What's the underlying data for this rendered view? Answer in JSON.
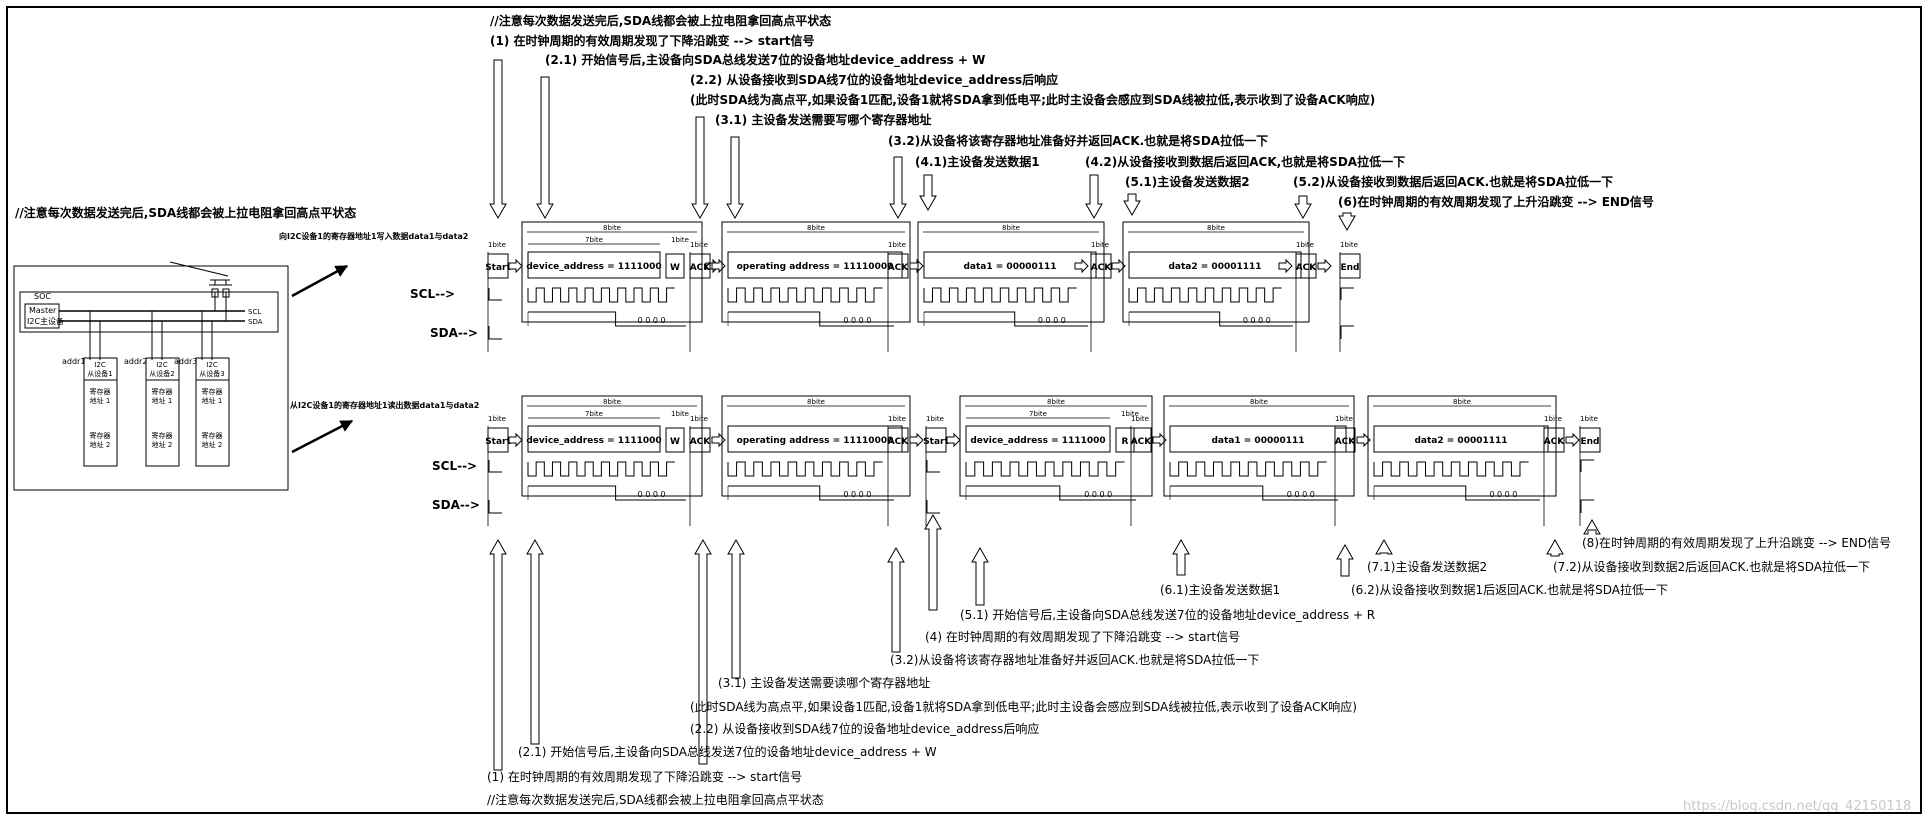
{
  "soc_panel": {
    "note": "//注意每次数据发送完后,SDA线都会被上拉电阻拿回高点平状态",
    "soc_label": "SOC",
    "master_line1": "Master",
    "master_line2": "I2C主设备",
    "scl": "SCL",
    "sda": "SDA",
    "devices": [
      {
        "addr": "addr1",
        "title1": "I2C",
        "title2": "从设备1",
        "reg1a": "寄存器",
        "reg1b": "地址 1",
        "reg2a": "寄存器",
        "reg2b": "地址 2"
      },
      {
        "addr": "addr2",
        "title1": "I2C",
        "title2": "从设备2",
        "reg1a": "寄存器",
        "reg1b": "地址 1",
        "reg2a": "寄存器",
        "reg2b": "地址 2"
      },
      {
        "addr": "addr3",
        "title1": "I2C",
        "title2": "从设备3",
        "reg1a": "寄存器",
        "reg1b": "地址 1",
        "reg2a": "寄存器",
        "reg2b": "地址 2"
      }
    ]
  },
  "write_row": {
    "caption": "向I2C设备1的寄存器地址1写入数据data1与data2",
    "scl_label": "SCL-->",
    "sda_label": "SDA-->",
    "start": "Start",
    "ack": "ACK",
    "end": "End",
    "w": "W",
    "bite1": "1bite",
    "bite7": "7bite",
    "bite8": "8bite",
    "device_address": "device_address = 1111000",
    "operating_address": "operating address = 11110000",
    "data1": "data1 = 00000111",
    "data2": "data2 = 00001111",
    "zeros": "0 0 0 0"
  },
  "read_row": {
    "caption": "从I2C设备1的寄存器地址1读出数据data1与data2",
    "scl_label": "SCL-->",
    "sda_label": "SDA-->",
    "start": "Start",
    "ack": "ACK",
    "end": "End",
    "w": "W",
    "r": "R",
    "bite1": "1bite",
    "bite7": "7bite",
    "bite8": "8bite",
    "device_address": "device_address = 1111000",
    "operating_address": "operating address = 11110000",
    "data1": "data1 = 00000111",
    "data2": "data2 = 00001111",
    "zeros": "0 0 0 0"
  },
  "top_notes": {
    "n0": "//注意每次数据发送完后,SDA线都会被上拉电阻拿回高点平状态",
    "n1": "(1) 在时钟周期的有效周期发现了下降沿跳变  --> start信号",
    "n21": "(2.1) 开始信号后,主设备向SDA总线发送7位的设备地址device_address +  W",
    "n22": "(2.2) 从设备接收到SDA线7位的设备地址device_address后响应",
    "n22b": "(此时SDA线为高点平,如果设备1匹配,设备1就将SDA拿到低电平;此时主设备会感应到SDA线被拉低,表示收到了设备ACK响应)",
    "n31": "(3.1) 主设备发送需要写哪个寄存器地址",
    "n32": "(3.2)从设备将该寄存器地址准备好并返回ACK.也就是将SDA拉低一下",
    "n41": "(4.1)主设备发送数据1",
    "n42": "(4.2)从设备接收到数据后返回ACK,也就是将SDA拉低一下",
    "n51": "(5.1)主设备发送数据2",
    "n52": "(5.2)从设备接收到数据后返回ACK.也就是将SDA拉低一下",
    "n6": "(6)在时钟周期的有效周期发现了上升沿跳变  --> END信号"
  },
  "bottom_notes": {
    "n8": "(8)在时钟周期的有效周期发现了上升沿跳变  --> END信号",
    "n72": "(7.2)从设备接收到数据2后返回ACK.也就是将SDA拉低一下",
    "n71": "(7.1)主设备发送数据2",
    "n61": "(6.1)主设备发送数据1",
    "n62": "(6.2)从设备接收到数据1后返回ACK.也就是将SDA拉低一下",
    "n51": "(5.1) 开始信号后,主设备向SDA总线发送7位的设备地址device_address + R",
    "n4": "(4) 在时钟周期的有效周期发现了下降沿跳变  --> start信号",
    "n32": "(3.2)从设备将该寄存器地址准备好并返回ACK.也就是将SDA拉低一下",
    "n31": "(3.1) 主设备发送需要读哪个寄存器地址",
    "n22b": "(此时SDA线为高点平,如果设备1匹配,设备1就将SDA拿到低电平;此时主设备会感应到SDA线被拉低,表示收到了设备ACK响应)",
    "n22": "(2.2) 从设备接收到SDA线7位的设备地址device_address后响应",
    "n21": "(2.1) 开始信号后,主设备向SDA总线发送7位的设备地址device_address + W",
    "n1": "(1) 在时钟周期的有效周期发现了下降沿跳变  --> start信号",
    "n0": "//注意每次数据发送完后,SDA线都会被上拉电阻拿回高点平状态"
  },
  "watermark": "https://blog.csdn.net/qq_42150118"
}
